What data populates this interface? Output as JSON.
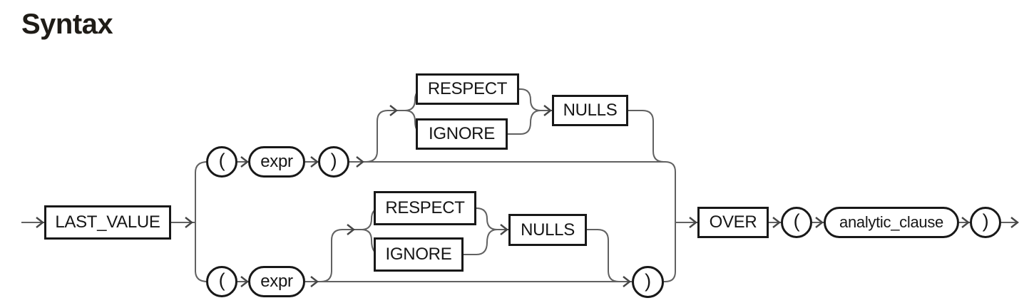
{
  "heading": "Syntax",
  "colors": {
    "background": "#ffffff",
    "heading_text": "#1f1c17",
    "node_border": "#181818",
    "node_text": "#161616",
    "connector_line": "#616161",
    "arrowhead": "#454545"
  },
  "diagram": {
    "keyword": "LAST_VALUE",
    "branch_top": {
      "open_paren": "(",
      "expr": "expr",
      "close_paren": ")",
      "respect": "RESPECT",
      "ignore": "IGNORE",
      "nulls": "NULLS"
    },
    "branch_bottom": {
      "open_paren": "(",
      "expr": "expr",
      "respect": "RESPECT",
      "ignore": "IGNORE",
      "nulls": "NULLS",
      "close_paren": ")"
    },
    "tail": {
      "over": "OVER",
      "open_paren": "(",
      "analytic_clause": "analytic_clause",
      "close_paren": ")"
    }
  }
}
